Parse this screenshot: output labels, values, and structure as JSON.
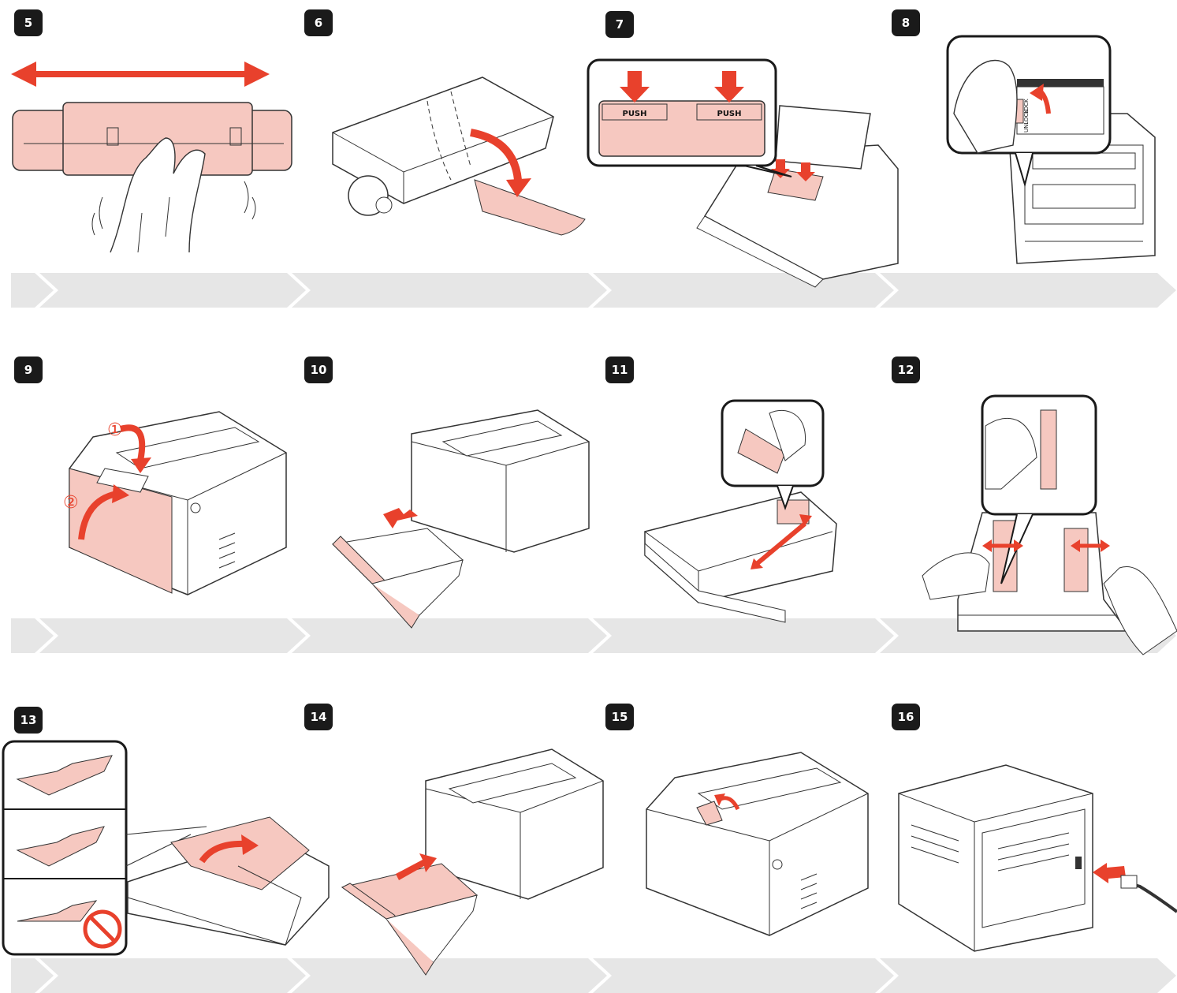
{
  "steps": [
    {
      "number": "5"
    },
    {
      "number": "6"
    },
    {
      "number": "7"
    },
    {
      "number": "8"
    },
    {
      "number": "9"
    },
    {
      "number": "10"
    },
    {
      "number": "11"
    },
    {
      "number": "12"
    },
    {
      "number": "13"
    },
    {
      "number": "14"
    },
    {
      "number": "15"
    },
    {
      "number": "16"
    }
  ],
  "labels": {
    "push_left": "PUSH",
    "push_right": "PUSH",
    "lock": "LOCK",
    "unlock": "UNLOCK",
    "callout_one": "①",
    "callout_two": "②"
  },
  "colors": {
    "accent": "#e8412c",
    "highlight": "#f6c8c0",
    "band": "#e6e6e6",
    "badge": "#1a1a1a"
  }
}
